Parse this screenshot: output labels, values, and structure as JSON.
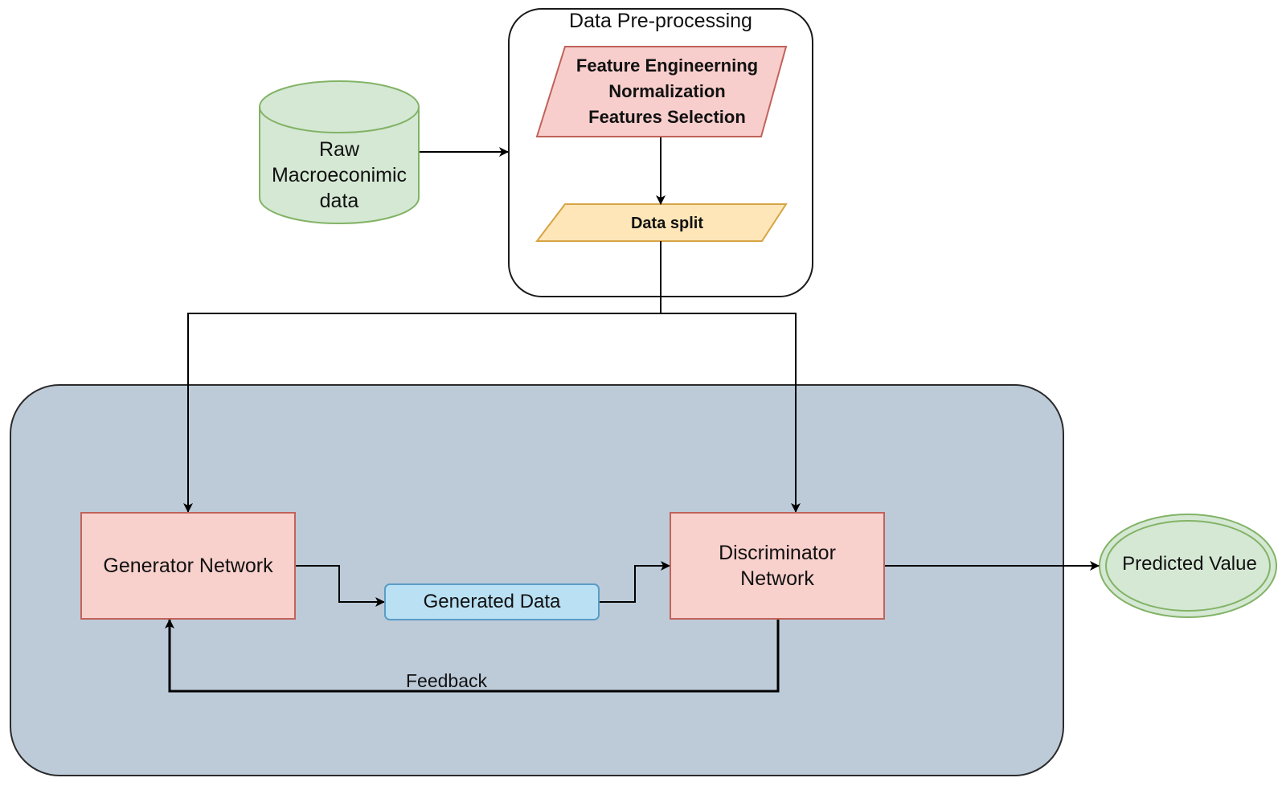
{
  "prep": {
    "title": "Data Pre-processing"
  },
  "prep_steps": [
    "Feature Engineerning",
    "Normalization",
    "Features Selection"
  ],
  "split": {
    "label": "Data split"
  },
  "raw": {
    "lines": [
      "Raw",
      "Macroeconimic",
      "data"
    ]
  },
  "generator": {
    "label": "Generator Network"
  },
  "discriminator": {
    "lines": [
      "Discriminator",
      "Network"
    ]
  },
  "generated": {
    "label": "Generated Data"
  },
  "feedback": {
    "label": "Feedback"
  },
  "predicted": {
    "label": "Predicted Value"
  },
  "colors": {
    "gan_panel": "#bdcbd9",
    "node_fill": "#f8d0cc",
    "node_stroke": "#c0635a",
    "generated_fill": "#b9e0f3",
    "data_fill": "#d5e8d4",
    "data_stroke": "#82b366",
    "split_fill": "#ffe6b8",
    "split_stroke": "#d6a444"
  }
}
